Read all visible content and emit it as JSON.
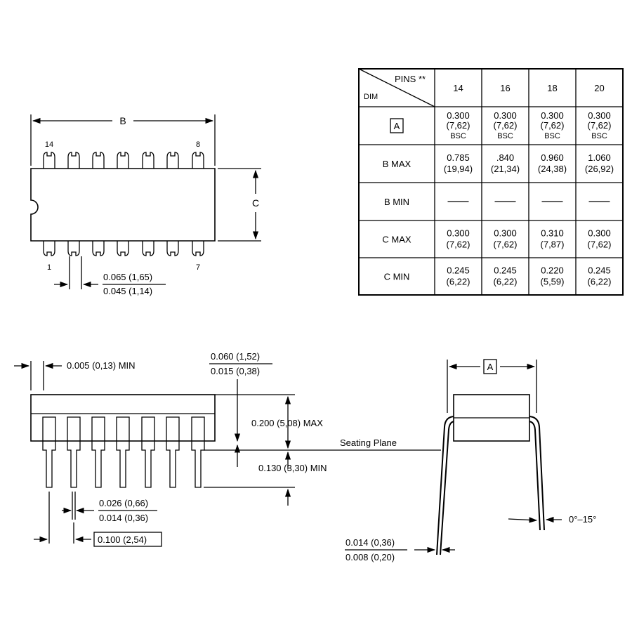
{
  "top_view": {
    "dim_b": "B",
    "dim_c": "C",
    "pin_14": "14",
    "pin_8": "8",
    "pin_1": "1",
    "pin_7": "7",
    "pad_max": "0.065 (1,65)",
    "pad_min": "0.045 (1,14)"
  },
  "table": {
    "header_pins": "PINS **",
    "header_dim": "DIM",
    "pin_counts": [
      "14",
      "16",
      "18",
      "20"
    ],
    "rows": [
      {
        "label": "A",
        "boxed": true,
        "cells": [
          [
            "0.300",
            "(7,62)",
            "BSC"
          ],
          [
            "0.300",
            "(7,62)",
            "BSC"
          ],
          [
            "0.300",
            "(7,62)",
            "BSC"
          ],
          [
            "0.300",
            "(7,62)",
            "BSC"
          ]
        ]
      },
      {
        "label": "B  MAX",
        "boxed": false,
        "cells": [
          [
            "0.785",
            "(19,94)"
          ],
          [
            ".840",
            "(21,34)"
          ],
          [
            "0.960",
            "(24,38)"
          ],
          [
            "1.060",
            "(26,92)"
          ]
        ]
      },
      {
        "label": "B  MIN",
        "boxed": false,
        "cells": [
          [
            "—"
          ],
          [
            "—"
          ],
          [
            "—"
          ],
          [
            "—"
          ]
        ]
      },
      {
        "label": "C  MAX",
        "boxed": false,
        "cells": [
          [
            "0.300",
            "(7,62)"
          ],
          [
            "0.300",
            "(7,62)"
          ],
          [
            "0.310",
            "(7,87)"
          ],
          [
            "0.300",
            "(7,62)"
          ]
        ]
      },
      {
        "label": "C  MIN",
        "boxed": false,
        "cells": [
          [
            "0.245",
            "(6,22)"
          ],
          [
            "0.245",
            "(6,22)"
          ],
          [
            "0.220",
            "(5,59)"
          ],
          [
            "0.245",
            "(6,22)"
          ]
        ]
      }
    ]
  },
  "side_view": {
    "end_clearance": "0.005 (0,13) MIN",
    "standoff_max": "0.060 (1,52)",
    "standoff_min": "0.015 (0,38)",
    "height_max": "0.200 (5,08) MAX",
    "seating_plane": "Seating Plane",
    "lead_length_min": "0.130 (3,30) MIN",
    "lead_width_max": "0.026 (0,66)",
    "lead_width_min": "0.014 (0,36)",
    "pitch": "0.100 (2,54)"
  },
  "end_view": {
    "dim_a": "A",
    "lead_angle": "0°–15°",
    "lead_thick_max": "0.014 (0,36)",
    "lead_thick_min": "0.008 (0,20)"
  }
}
